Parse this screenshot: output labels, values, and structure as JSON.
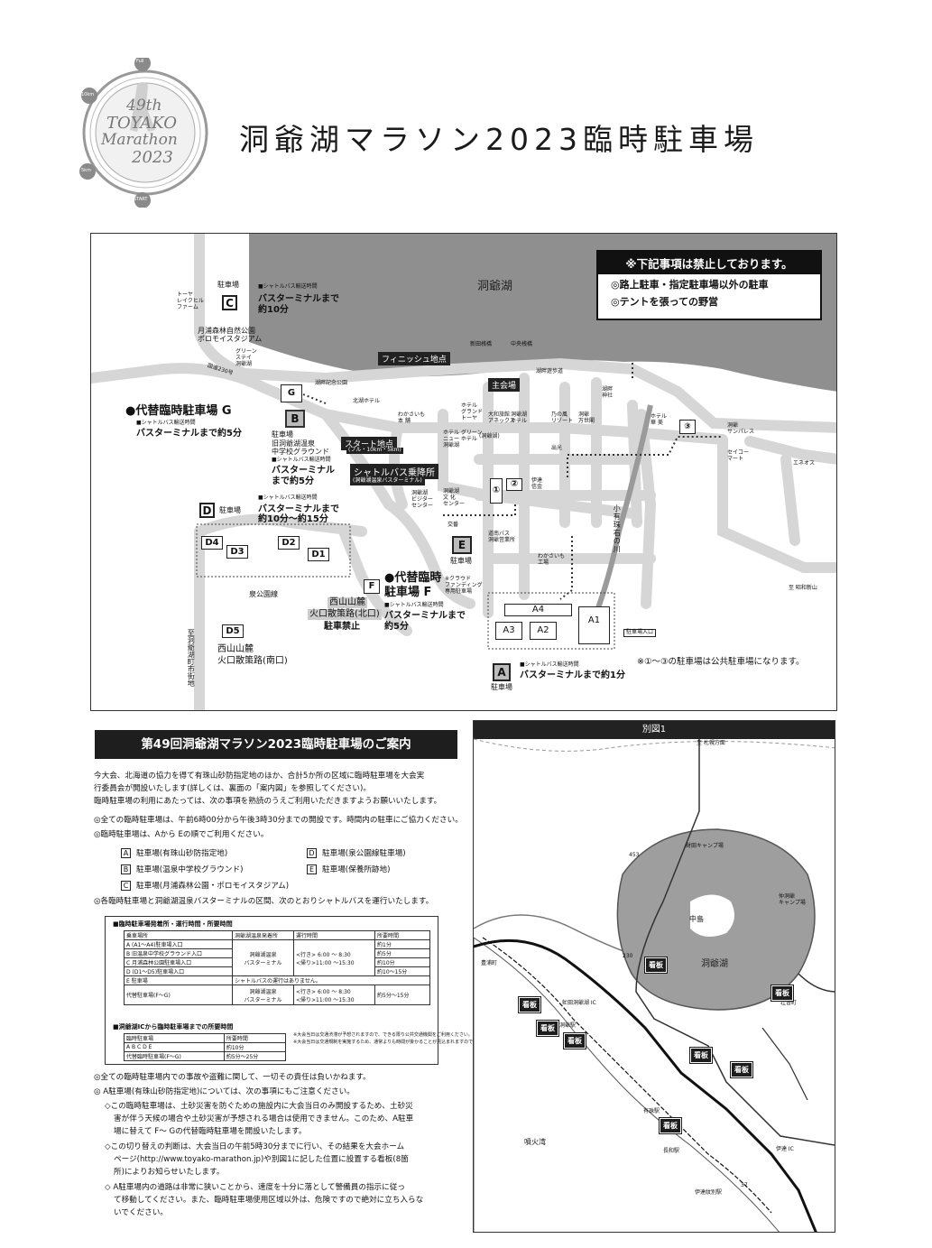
{
  "logo": {
    "edition": "49th",
    "name1": "TOYAKO",
    "name2": "Marathon",
    "year": "2023",
    "full": "Full",
    "km10": "10km",
    "km5": "5km",
    "start": "START"
  },
  "page_title": "洞爺湖マラソン2023臨時駐車場",
  "map": {
    "lake": "洞爺湖",
    "notice": {
      "title": "※下記事項は禁止しております。",
      "line1": "◎路上駐車・指定駐車場以外の駐車",
      "line2": "◎テントを張っての野営"
    },
    "finish": "フィニッシュ地点",
    "start": "スタート地点",
    "start_sub": "(フル・10km・5km)",
    "main_venue": "主会場",
    "shuttle_stop": "シャトルバス乗降所",
    "shuttle_stop_sub": "(洞爺湖温泉バスターミナル)",
    "shuttle_time": "■シャトルバス輸送時間",
    "alt_g_title": "●代替臨時駐車場 G",
    "alt_g_time": "■シャトルバス輸送時間",
    "alt_g_dur": "バスターミナルまで約5分",
    "alt_f_title1": "●代替臨時",
    "alt_f_title2": "駐車場 F",
    "alt_f_time": "■シャトルバス輸送時間",
    "alt_f_dur1": "バスターミナルまで",
    "alt_f_dur2": "約5分",
    "c_label": "駐車場",
    "c_dur1": "バスターミナルまで",
    "c_dur2": "約10分",
    "b_label": "駐車場",
    "b_sub": "旧洞爺湖温泉\n中学校グラウンド",
    "b_dur1": "バスターミナル",
    "b_dur2": "まで約5分",
    "d_label": "駐車場",
    "d_dur1": "バスターミナルまで",
    "d_dur2": "約10分〜約15分",
    "e_label": "駐車場",
    "a_label": "駐車場",
    "a_dur": "バスターミナルまで約1分",
    "a_entrance": "駐車場入口",
    "nishiyama_n1": "西山山麓",
    "nishiyama_n2": "火口散策路(北口)",
    "no_parking": "駐車禁止",
    "nishiyama_s1": "西山山麓",
    "nishiyama_s2": "火口散策路(南口)",
    "izumi": "泉公園線",
    "kosen": "至洞爺湖町市街地",
    "route230": "国道230号",
    "toya_farm": "トーヤ\nレイクヒル\nファーム",
    "tsukiura": "月浦森林自然公園\nポロモイスタジアム",
    "green_stay": "グリーン\nステイ\n洞爺湖",
    "hanabi": "湖畔記念公園",
    "kita_hotel": "北湖ホテル",
    "wakasaimo": "わかさいも\n本 舗",
    "hotel_grand": "ホテル\nグランド\nトーヤ",
    "taiwa": "大和旅館\nアネックス",
    "yusen": "洞爺湖\nホテル",
    "nonokaze": "乃の風\nリゾート",
    "manseikaku": "洞爺\n万世閣",
    "hotel_hanami": "ホテル\n華 美",
    "toya_sun": "洞爺\nサンパレス",
    "seicomart": "セイコー\nマート",
    "eneos": "エネオス",
    "kohan": "湖畔遊歩道",
    "naka_sanbashi": "中央桟橋",
    "nishi_sanbashi": "新田桟橋",
    "hotel_green": "ホテル グリーン\nニュー ホテル\n洞爺湖",
    "tsuru": "(洞爺湖)",
    "visitor": "洞爺湖\nビジター\nセンター",
    "bunka": "洞爺湖\n文 化\nセンター",
    "koban": "交番",
    "doubus": "道南バス\n洞爺営業所",
    "wakasaimo_f": "わかさいも\n工場",
    "cloud": "※クラウド\nファンディング\n専用駐車場",
    "iburi": "伊達\n信金",
    "kosui": "湖畔\n神社",
    "shoei": "出光",
    "river": "小有珠右の川",
    "showa": "至 昭和新山",
    "note_public": "※①〜③の駐車場は公共駐車場になります。",
    "labels": {
      "A": "A",
      "B": "B",
      "C": "C",
      "D": "D",
      "E": "E",
      "F": "F",
      "G": "G",
      "A1": "A1",
      "A2": "A2",
      "A3": "A3",
      "A4": "A4",
      "D1": "D1",
      "D2": "D2",
      "D3": "D3",
      "D4": "D4",
      "D5": "D5",
      "n1": "①",
      "n2": "②",
      "n3": "③"
    }
  },
  "guide": {
    "title": "第49回洞爺湖マラソン2023臨時駐車場のご案内",
    "p1": "今大会、北海道の協力を得て有珠山砂防指定地のほか、合計5か所の区域に臨時駐車場を大会実",
    "p2": "行委員会が開設いたします(詳しくは、裏面の「案内図」を参照してください)。",
    "p3": "臨時駐車場の利用にあたっては、次の事項を熟読のうえご利用いただきますようお願いいたします。",
    "b1": "◎全ての臨時駐車場は、午前6時00分から午後3時30分までの開設です。時間内の駐車にご協力ください。",
    "b2": "◎臨時駐車場は、Aから Eの順でご利用ください。",
    "lgA": "駐車場(有珠山砂防指定地)",
    "lgB": "駐車場(温泉中学校グラウンド)",
    "lgC": "駐車場(月浦森林公園・ポロモイスタジアム)",
    "lgD": "駐車場(泉公園線駐車場)",
    "lgE": "駐車場(保養所跡地)",
    "b3": "◎各臨時駐車場と洞爺湖温泉バスターミナルの区間、次のとおりシャトルバスを運行いたします。",
    "tbl_title": "■臨時駐車場発着所・運行時間・所要時間",
    "tbl_h1": "乗車場所",
    "tbl_h2": "洞爺湖温泉発着所",
    "tbl_h3": "運行時間",
    "tbl_h4": "所要時間",
    "tbl_rows": [
      {
        "a": "A (A1〜A4)駐車場入口",
        "d": "約1分"
      },
      {
        "a": "B 旧温泉中学校グラウンド入口",
        "d": "約5分"
      },
      {
        "a": "C 月浦森林公園駐車場入口",
        "d": "約10分"
      },
      {
        "a": "D (D1〜D5)駐車場入口",
        "d": "約10〜15分"
      },
      {
        "a": "E 駐車場",
        "d": ""
      }
    ],
    "tbl_center": "洞爺湖温泉\nバスターミナル",
    "tbl_time": "<行き> 6:00 〜 8:30\n<帰り>11:00 〜15:30",
    "tbl_e_note": "シャトルバスの運行はありません。",
    "tbl_alt": "代替駐車場(F〜G)",
    "tbl_alt_d": "約5分〜15分",
    "tbl2_title": "■洞爺湖ICから臨時駐車場までの所要時間",
    "tbl2_h1": "臨時駐車場",
    "tbl2_h2": "所要時間",
    "tbl2_r1a": "A B C D E",
    "tbl2_r1b": "約10分",
    "tbl2_r2a": "代替臨時駐車場(F〜G)",
    "tbl2_r2b": "約5分〜25分",
    "tbl2_note": "※大会当日は交通渋滞が予想されますので、できる限り公共交通機関をご利用ください。\n※大会当日は交通規制を実施するため、通常よりも時間が掛かることが見込まれますのでご注意ください。",
    "b4": "◎全ての臨時駐車場内での事故や盗難に関して、一切その責任は負いかねます。",
    "b5": "◎ A駐車場(有珠山砂防指定地)については、次の事項にもご注意ください。",
    "d1": "◇この臨時駐車場は、土砂災害を防ぐための施設内に大会当日のみ開設するため、土砂災",
    "d2": "害が伴う天候の場合や土砂災害が予想される場合は使用できません。このため、A駐車",
    "d3": "場に替えて F〜 Gの代替臨時駐車場を開設いたします。",
    "d4": "◇この切り替えの判断は、大会当日の午前5時30分までに行い、その結果を大会ホーム",
    "d5": "ページ(http://www.toyako-marathon.jp)や別図1に記した位置に設置する看板(8箇",
    "d6": "所)によりお知らせいたします。",
    "d7": "◇ A駐車場内の道路は非常に狭いことから、速度を十分に落として警備員の指示に従っ",
    "d8": "て移動してください。また、臨時駐車場使用区域以外は、危険ですので絶対に立ち入らな",
    "d9": "いでください。"
  },
  "bessu": {
    "title": "別図1",
    "sapporo": "至 札幌方面",
    "lake": "洞爺湖",
    "bay": "噴火湾",
    "toya_ic": "虻田洞爺湖 IC",
    "date_ic": "伊達 IC",
    "sign": "看板",
    "abuta": "洞爺駅",
    "usu": "有珠駅",
    "nagawa": "長和駅",
    "date_st": "伊達紋別駅",
    "toyoura": "豊浦町",
    "naka": "中島",
    "camp1": "財田キャンプ場",
    "camp2": "仲洞爺\nキャンプ場",
    "sobetsu": "壮瞥町",
    "rt230": "230",
    "rt37": "37",
    "rt453": "453"
  }
}
